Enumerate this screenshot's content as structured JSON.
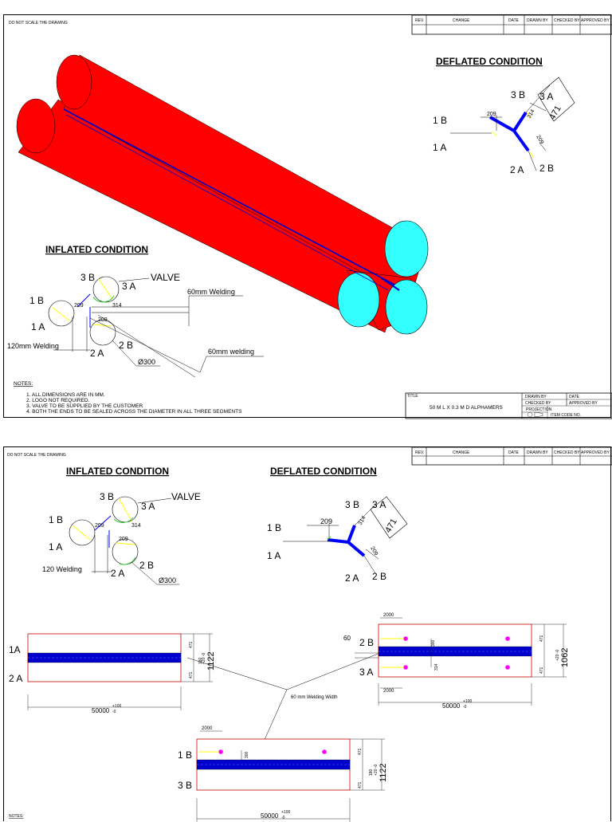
{
  "general": {
    "do_not_scale": "DO NOT SCALE THE DRAWING"
  },
  "revision_block": {
    "rev": "REV.",
    "change": "CHANGE",
    "date": "DATE",
    "drawn_by": "DRAWN BY",
    "checked_by": "CHECKED BY",
    "approved_by": "APPROVED BY"
  },
  "sheet1": {
    "deflated": {
      "heading": "DEFLATED CONDITION",
      "labels": {
        "b1": "1 B",
        "a1": "1 A",
        "b3": "3 B",
        "a3": "3 A",
        "a2": "2 A",
        "b2": "2 B"
      },
      "dims": {
        "d209a": "209",
        "d314": "314",
        "d471": "471",
        "d209b": "209"
      }
    },
    "inflated": {
      "heading": "INFLATED CONDITION",
      "labels": {
        "b3": "3 B",
        "a3": "3 A",
        "valve": "VALVE",
        "b1": "1 B",
        "a1": "1 A",
        "a2": "2 A",
        "b2": "2 B"
      },
      "dims": {
        "d209a": "209",
        "d314": "314",
        "d209b": "209",
        "dia": "Ø300"
      },
      "callouts": {
        "weld60a": "60mm Welding",
        "weld120": "120mm Welding",
        "weld60b": "60mm welding"
      }
    },
    "notes": {
      "heading": "NOTES:",
      "items": [
        "1.  ALL DIMENSIONS ARE IN MM.",
        "2.  LOGO NOT REQUIRED.",
        "3.  VALVE TO BE SUPPLIED BY THE CUSTOMER",
        "4.  BOTH THE ENDS TO BE SEALED ACROSS THE DIAMETER IN ALL THREE SEGMENTS"
      ]
    },
    "title_block": {
      "title_label": "TITLE",
      "title": "50 M L X 0.3 M D ALPHAMERS",
      "drawn_by": "DRAWN BY",
      "date": "DATE",
      "checked_by": "CHECKED BY",
      "approved_by": "APPROVED BY",
      "projection": "PROJECTION",
      "item_code": "ITEM CODE NO."
    }
  },
  "sheet2": {
    "inflated": {
      "heading": "INFLATED CONDITION",
      "labels": {
        "b3": "3 B",
        "a3": "3 A",
        "valve": "VALVE",
        "b1": "1 B",
        "a1": "1 A",
        "a2": "2 A",
        "b2": "2 B"
      },
      "dims": {
        "d209a": "209",
        "d314": "314",
        "d209b": "209",
        "dia": "Ø300"
      },
      "callouts": {
        "weld120": "120 Welding"
      }
    },
    "deflated": {
      "heading": "DEFLATED CONDITION",
      "labels": {
        "b1": "1 B",
        "a1": "1 A",
        "b3": "3 B",
        "a3": "3 A",
        "a2": "2 A",
        "b2": "2 B"
      },
      "dims": {
        "d209a": "209",
        "d314": "314",
        "d471": "471",
        "d209b": "209"
      }
    },
    "strip_left": {
      "top": "1A",
      "bottom": "2 A",
      "length": "50000",
      "tol_plus": "+100",
      "tol_minus": "-0",
      "width": "1122",
      "w_tol": "+20 -0",
      "small1": "471",
      "small2": "471",
      "mid": "180"
    },
    "strip_right": {
      "top": "2 B",
      "bottom": "3 A",
      "length": "50000",
      "tol_plus": "+100",
      "tol_minus": "-0",
      "width": "1062",
      "w_tol": "+20 -0",
      "d60": "60",
      "d2000a": "2000",
      "d2000b": "2000",
      "d314": "314",
      "d300": "300",
      "small1": "471",
      "small2": "471"
    },
    "strip_bottom": {
      "top": "1 B",
      "bottom": "3 B",
      "length": "50000",
      "tol_plus": "+100",
      "tol_minus": "-0",
      "width": "1122",
      "w_tol": "+20 -0",
      "d2000": "2000",
      "d300": "300",
      "small1": "471",
      "small2": "471",
      "mid": "180"
    },
    "weld_width": "60 mm Welding Width",
    "notes_heading": "NOTES:"
  },
  "colors": {
    "tube": "#ff0000",
    "tube_end": "#33ffff",
    "seam": "#0000cc",
    "blue": "#0000ff",
    "yellow": "#ffff00",
    "green": "#33cc33",
    "magenta": "#ff00ff"
  }
}
